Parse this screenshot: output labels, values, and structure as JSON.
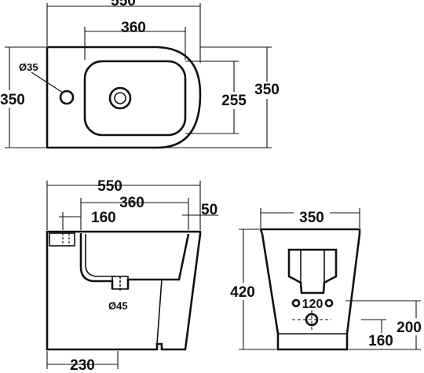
{
  "top_view": {
    "width_label": "550",
    "basin_width_label": "360",
    "hole_label": "Ø35",
    "height_left_label": "350",
    "basin_height_label": "255",
    "height_right_label": "350"
  },
  "side_view": {
    "width_label": "550",
    "basin_width_label": "360",
    "offset_label": "160",
    "rim_label": "50",
    "drain_label": "Ø45",
    "base_label": "230"
  },
  "front_view": {
    "width_label": "350",
    "height_label": "420",
    "spacing_label": "120",
    "drain_height_label": "200",
    "drain_offset_label": "160"
  },
  "colors": {
    "line": "#111111",
    "background": "#ffffff"
  }
}
